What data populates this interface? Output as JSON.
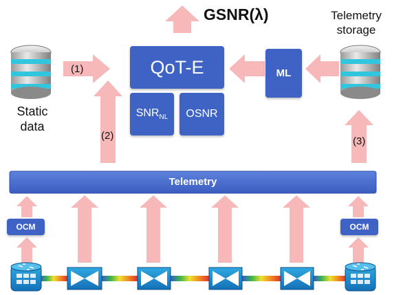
{
  "output": {
    "title": "GSNR(λ)"
  },
  "qote": {
    "title": "QoT-E",
    "snr_main": "SNR",
    "snr_sub": "NL",
    "osnr": "OSNR"
  },
  "ml": {
    "label": "ML"
  },
  "static_data": {
    "line1": "Static",
    "line2": "data"
  },
  "telemetry_storage": {
    "line1": "Telemetry",
    "line2": "storage"
  },
  "arrows": {
    "a1": "(1)",
    "a2": "(2)",
    "a3": "(3)"
  },
  "telemetry_bar": {
    "label": "Telemetry"
  },
  "ocm": {
    "left": "OCM",
    "right": "OCM"
  },
  "colors": {
    "box_blue": "#3e63c4",
    "arrow_pink": "#f6b8b8",
    "db_cyan": "#32c6de"
  }
}
